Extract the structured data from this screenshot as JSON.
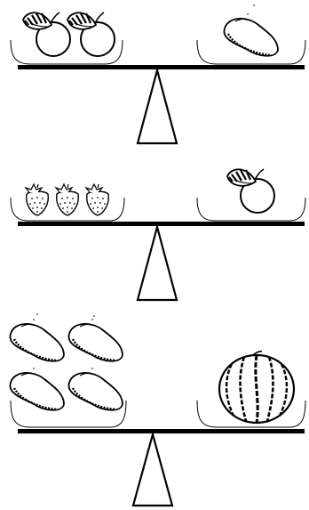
{
  "colors": {
    "line": "#000000",
    "background": "#ffffff",
    "orange_fill": "#ffffff",
    "leaf_fill": "#ffffff"
  },
  "balances": [
    {
      "left": {
        "fruit": "orange",
        "count": 2
      },
      "right": {
        "fruit": "mango",
        "count": 1
      }
    },
    {
      "left": {
        "fruit": "strawberry",
        "count": 3
      },
      "right": {
        "fruit": "orange",
        "count": 1
      }
    },
    {
      "left": {
        "fruit": "mango",
        "count": 4
      },
      "right": {
        "fruit": "watermelon",
        "count": 1
      }
    }
  ]
}
